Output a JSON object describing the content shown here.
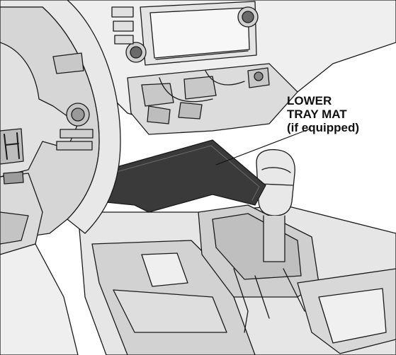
{
  "callout": {
    "line1": "LOWER",
    "line2": "TRAY MAT",
    "line3": "(if equipped)"
  },
  "icons": {
    "steering_wheel": "steering-wheel-icon",
    "brand_emblem": "honda-emblem-icon",
    "gear_shift": "gear-shift-icon"
  },
  "colors": {
    "mat_fill": "#3a3a3a",
    "line": "#1a1a1a",
    "panel_light": "#ececec",
    "panel_mid": "#d6d6d6",
    "panel_dark": "#bdbdbd"
  }
}
